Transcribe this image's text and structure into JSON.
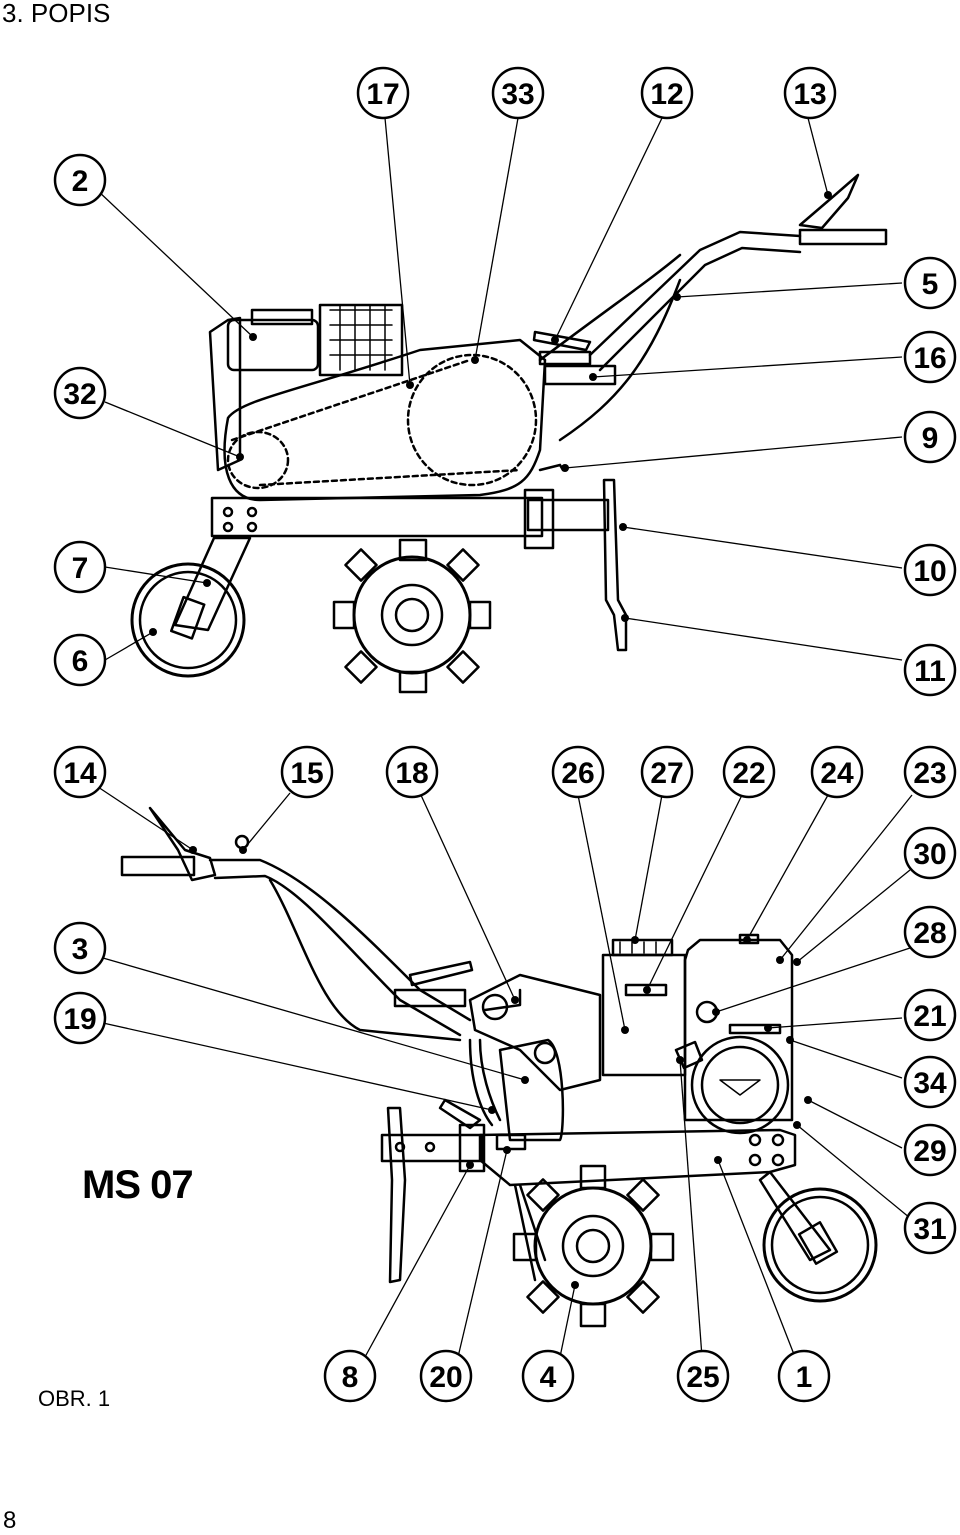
{
  "heading": "3. POPIS",
  "model": "MS 07",
  "figure_label": "OBR. 1",
  "page_number": "8",
  "callouts": [
    "17",
    "33",
    "12",
    "13",
    "2",
    "5",
    "32",
    "16",
    "9",
    "7",
    "10",
    "6",
    "11",
    "14",
    "15",
    "18",
    "26",
    "27",
    "22",
    "24",
    "23",
    "30",
    "3",
    "28",
    "19",
    "21",
    "34",
    "29",
    "31",
    "8",
    "20",
    "4",
    "25",
    "1"
  ]
}
